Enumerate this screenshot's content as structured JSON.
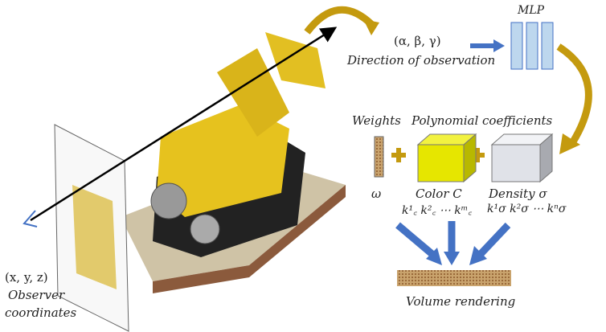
{
  "labels": {
    "mlp": "MLP",
    "direction_symbols": "(α, β, γ)",
    "direction": "Direction of observation",
    "weights": "Weights",
    "poly": "Polynomial coefficients",
    "omega": "ω",
    "color": "Color C",
    "color_coeffs": "k¹꜀ k²꜀ ⋯ kᵐ꜀",
    "density": "Density σ",
    "density_coeffs": "k¹σ k²σ ⋯ kⁿσ",
    "volume": "Volume rendering",
    "xyz": "(x, y, z)",
    "observer1": "Observer",
    "observer2": "coordinates"
  },
  "colors": {
    "gold": "#c49a0f",
    "blue": "#4472c4",
    "mlp": "#bdd7ee",
    "cube_yellow": "#e6e600",
    "cube_gray": "#e0e2e8",
    "texture": "#b88a5a"
  }
}
